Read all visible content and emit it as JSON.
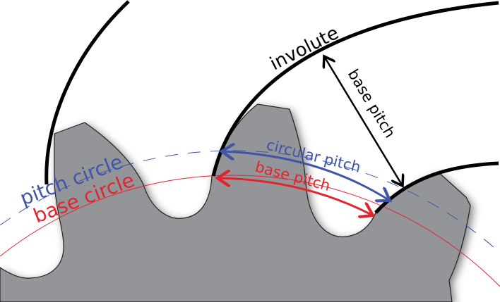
{
  "labels": {
    "involute": "involute",
    "base_pitch_black": "base pitch",
    "circular_pitch": "circular pitch",
    "base_pitch_red": "base pitch",
    "pitch_circle": "pitch circle",
    "base_circle": "base circle"
  },
  "colors": {
    "gear": "#939598",
    "pitch": "#4055a8",
    "base": "#e1252f",
    "involute": "#000000"
  }
}
